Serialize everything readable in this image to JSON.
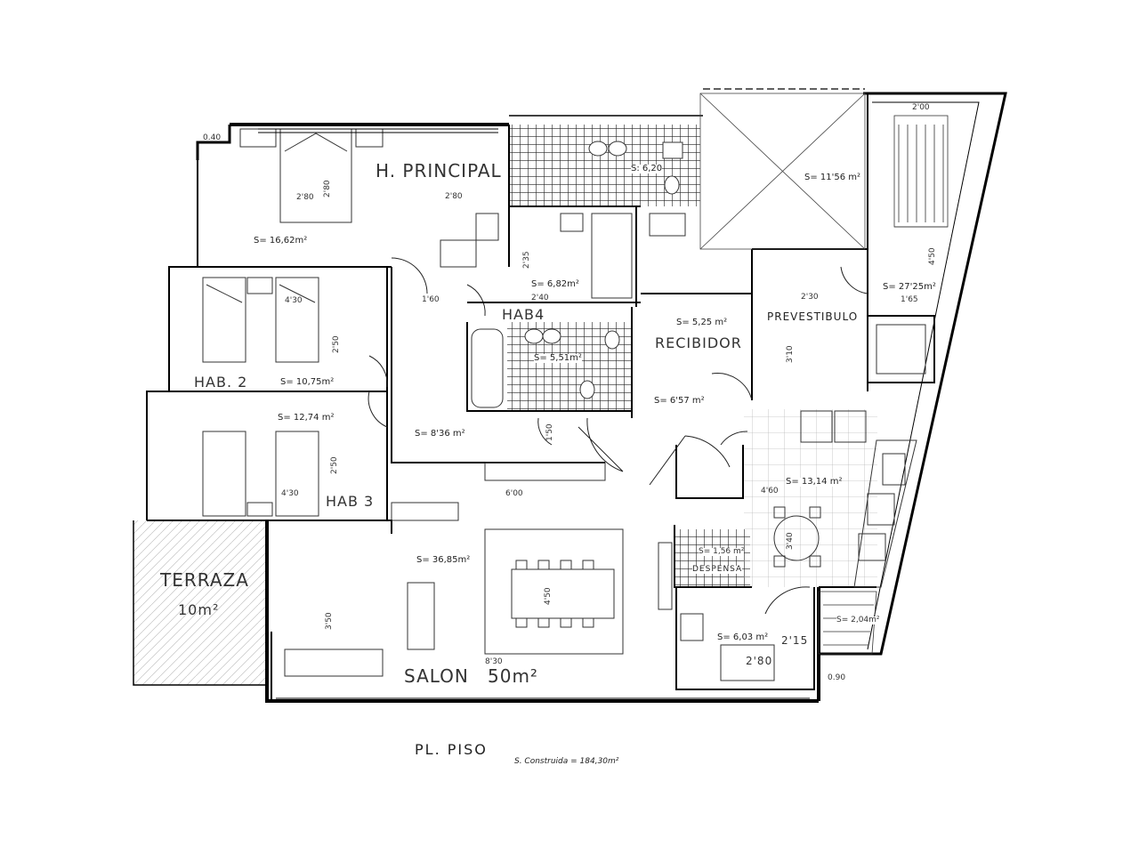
{
  "rooms": {
    "h_principal": {
      "name": "H. PRINCIPAL",
      "area": "S= 16,62m²",
      "dims": [
        "2'80",
        "2'80"
      ]
    },
    "hab2": {
      "name": "HAB. 2",
      "area": "S= 10,75m²",
      "dims": [
        "4'30",
        "2'50"
      ]
    },
    "hab3": {
      "name": "HAB 3",
      "area": "S= 12,74 m²",
      "dims": [
        "4'30",
        "2'50"
      ]
    },
    "hab4": {
      "name": "HAB4",
      "area": "S= 6,82m²",
      "dims": [
        "2'35",
        "2'40"
      ]
    },
    "bano_principal": {
      "area": "S: 6,20"
    },
    "bano2": {
      "area": "S= 5,51m²",
      "dims": [
        "1'50"
      ]
    },
    "pasillo": {
      "area": "S= 8'36 m²",
      "dims": [
        "1'60"
      ]
    },
    "recibidor": {
      "name": "RECIBIDOR",
      "area": "S= 6'57 m²",
      "area_top": "S= 5,25 m²"
    },
    "prevestibulo": {
      "name": "PREVESTIBULO",
      "dims": [
        "2'30",
        "3'10"
      ]
    },
    "vacio": {
      "area": "S= 11'56 m²"
    },
    "escalera": {
      "area": "S= 27'25m²",
      "dims": [
        "2'00",
        "4'50",
        "1'65"
      ]
    },
    "cocina": {
      "area": "S= 13,14 m²",
      "dims": [
        "4'60",
        "3'40"
      ]
    },
    "despensa": {
      "name": "DESPENSA",
      "area": "S= 1,56 m²"
    },
    "lavadero": {
      "area": "S= 6,03 m²",
      "dims": [
        "2'80",
        "2'15"
      ]
    },
    "tendedero": {
      "area": "S= 2,04m²"
    },
    "terraza": {
      "name": "TERRAZA",
      "area": "10m²"
    },
    "salon": {
      "name": "SALON",
      "area_label": "50m²",
      "area": "S= 36,85m²",
      "dims": [
        "6'00",
        "8'30",
        "3'50",
        "4'50"
      ]
    }
  },
  "margin_dims": {
    "top_left": "0.40",
    "bottom_right": "0.90"
  },
  "footer": {
    "title": "PL. PISO",
    "built_area": "S. Construida = 184,30m²"
  }
}
